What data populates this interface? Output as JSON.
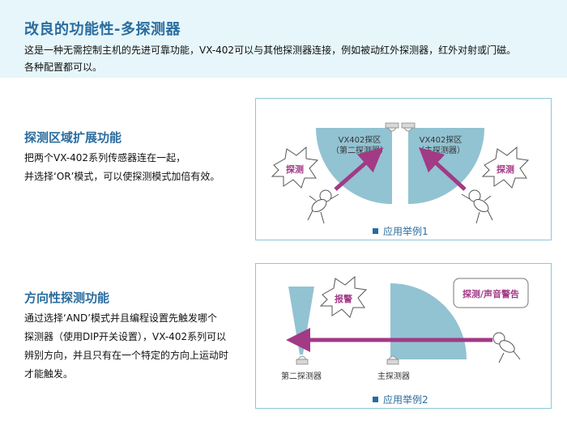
{
  "hero": {
    "title": "改良的功能性-多探测器",
    "desc_line1": "这是一种无需控制主机的先进可靠功能，VX-402可以与其他探测器连接，例如被动红外探测器，红外对射或门磁。",
    "desc_line2": "各种配置都可以。"
  },
  "section1": {
    "title": "探测区域扩展功能",
    "desc_line1": "把两个VX-402系列传感器连在一起，",
    "desc_line2": "并选择‘OR’模式，可以使探测模式加倍有效。",
    "figure": {
      "left_zone_line1": "VX402探区",
      "left_zone_line2": "（第二探测器）",
      "right_zone_line1": "VX402探区",
      "right_zone_line2": "（主探测器）",
      "burst_left": "探测",
      "burst_right": "探测",
      "caption": "应用举例1"
    }
  },
  "section2": {
    "title": "方向性探测功能",
    "desc_line1": "通过选择‘AND’模式并且编程设置先触发哪个",
    "desc_line2": "探测器（使用DIP开关设置），VX-402系列可以",
    "desc_line3": "辨别方向，并且只有在一个特定的方向上运动时",
    "desc_line4": "才能触发。",
    "figure": {
      "burst": "报警",
      "notice": "探测/声音警告",
      "label_second": "第二探测器",
      "label_main": "主探测器",
      "caption": "应用举例2"
    }
  },
  "colors": {
    "title_blue": "#2a6c9e",
    "zone_blue": "#92c3d2",
    "arrow_magenta": "#a23a86",
    "hero_bg": "#e6f6fa"
  }
}
